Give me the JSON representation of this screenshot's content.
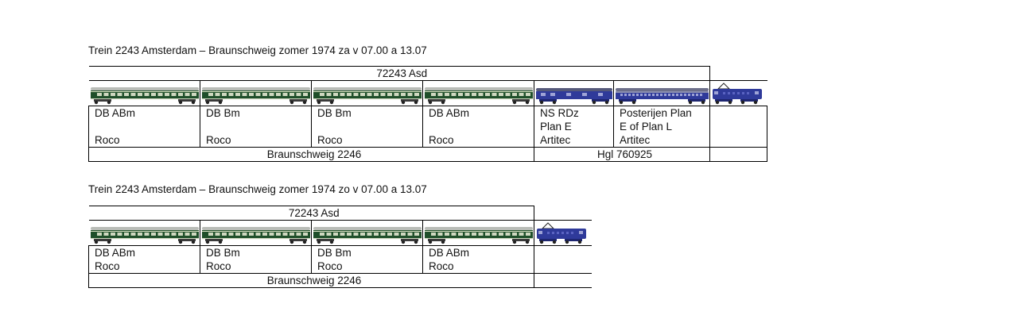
{
  "trains": [
    {
      "title": "Trein 2243 Amsterdam – Braunschweig zomer 1974 za v 07.00 a 13.07",
      "header": "72243 Asd",
      "vehicles": [
        {
          "name": "DB ABm",
          "brand": "Roco",
          "kind": "db-coach"
        },
        {
          "name": "DB Bm",
          "brand": "Roco",
          "kind": "db-coach"
        },
        {
          "name": "DB Bm",
          "brand": "Roco",
          "kind": "db-coach"
        },
        {
          "name": "DB ABm",
          "brand": "Roco",
          "kind": "db-coach"
        },
        {
          "name_lines": [
            "NS RDz",
            "Plan E"
          ],
          "brand": "Artitec",
          "kind": "ns-rdz"
        },
        {
          "name_lines": [
            "Posterijen Plan",
            "E of Plan L"
          ],
          "brand": "Artitec",
          "kind": "ns-post"
        },
        {
          "kind": "ns-loco"
        }
      ],
      "footer": {
        "left": "Braunschweig 2246",
        "right": "Hgl 760925"
      }
    },
    {
      "title": "Trein 2243 Amsterdam – Braunschweig zomer 1974 zo v 07.00 a 13.07",
      "header": "72243 Asd",
      "vehicles": [
        {
          "name": "DB ABm",
          "brand": "Roco",
          "kind": "db-coach"
        },
        {
          "name": "DB Bm",
          "brand": "Roco",
          "kind": "db-coach"
        },
        {
          "name": "DB Bm",
          "brand": "Roco",
          "kind": "db-coach"
        },
        {
          "name": "DB ABm",
          "brand": "Roco",
          "kind": "db-coach"
        },
        {
          "kind": "ns-loco"
        }
      ],
      "footer": {
        "left": "Braunschweig 2246"
      }
    }
  ],
  "colors": {
    "db_green": "#1f4f2a",
    "db_roof": "#b9bcb7",
    "ns_blue": "#2f3a9a",
    "ns_blue_dark": "#1e2670"
  }
}
